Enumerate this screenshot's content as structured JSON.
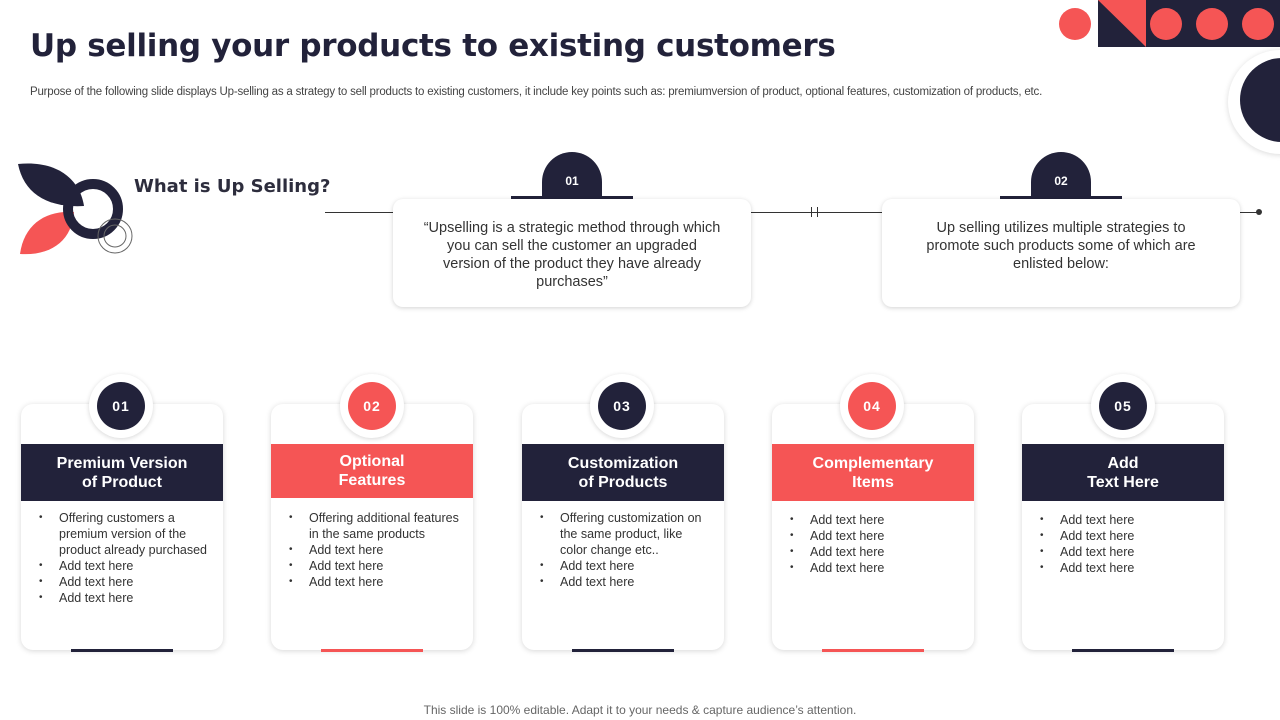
{
  "title": "Up selling your products to existing customers",
  "subtitle": "Purpose of the following slide displays Up-selling as a strategy to sell products to existing customers, it include key points such as: premiumversion of product, optional features, customization of products, etc.",
  "section_heading": "What is Up Selling?",
  "info_boxes": [
    {
      "number": "01",
      "text": "“Upselling is a strategic method through which you can sell the customer an upgraded version of the product they have already purchases”"
    },
    {
      "number": "02",
      "text": "Up selling utilizes multiple strategies to promote such products some of which are enlisted below:"
    }
  ],
  "cards": [
    {
      "number": "01",
      "heading": "Premium Version\nof Product",
      "items": [
        "Offering customers a premium version of the product already purchased",
        "Add text here",
        "Add text here",
        "Add text here"
      ]
    },
    {
      "number": "02",
      "heading": "Optional\nFeatures",
      "items": [
        "Offering additional features in the same products",
        "Add text here",
        "Add text here",
        "Add text here"
      ]
    },
    {
      "number": "03",
      "heading": "Customization\nof Products",
      "items": [
        "Offering customization on the same product, like color change etc..",
        "Add text here",
        "Add text here"
      ]
    },
    {
      "number": "04",
      "heading": "Complementary\nItems",
      "items": [
        "Add text here",
        "Add text here",
        "Add text here",
        "Add text here"
      ]
    },
    {
      "number": "05",
      "heading": "Add\nText Here",
      "items": [
        "Add text here",
        "Add text here",
        "Add text here",
        "Add text here"
      ]
    }
  ],
  "footer": "This slide is 100% editable. Adapt it to your needs & capture audience’s attention.",
  "colors": {
    "navy": "#22223a",
    "red": "#f55555"
  }
}
